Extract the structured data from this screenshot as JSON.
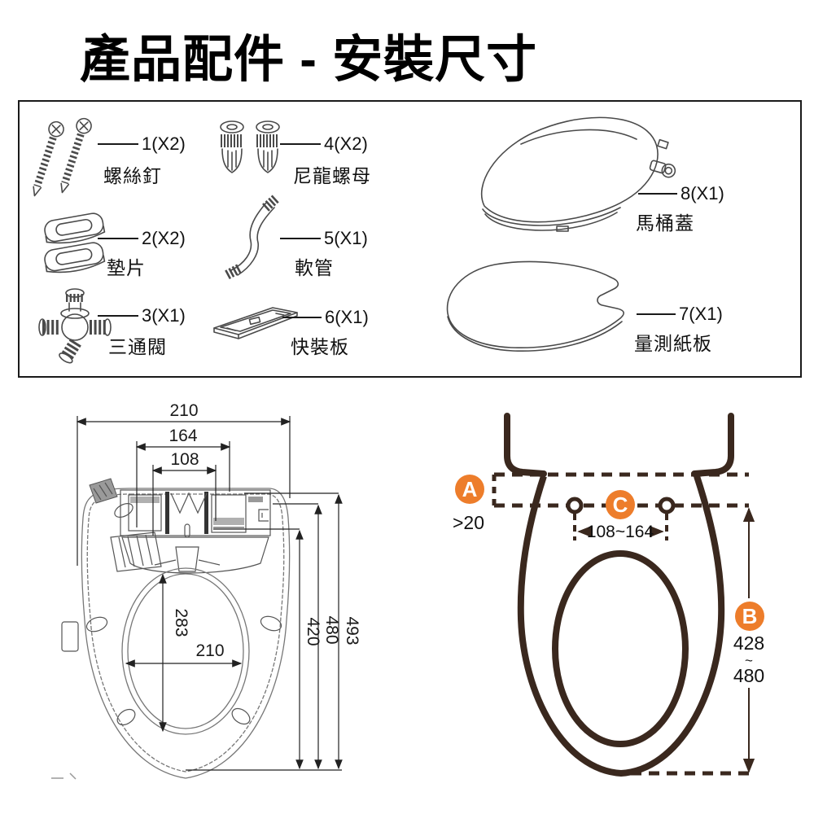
{
  "title": "產品配件 - 安裝尺寸",
  "parts": [
    {
      "qty": "1(X2)",
      "name": "螺絲釘"
    },
    {
      "qty": "2(X2)",
      "name": "墊片"
    },
    {
      "qty": "3(X1)",
      "name": "三通閥"
    },
    {
      "qty": "4(X2)",
      "name": "尼龍螺母"
    },
    {
      "qty": "5(X1)",
      "name": "軟管"
    },
    {
      "qty": "6(X1)",
      "name": "快裝板"
    },
    {
      "qty": "7(X1)",
      "name": "量測紙板"
    },
    {
      "qty": "8(X1)",
      "name": "馬桶蓋"
    }
  ],
  "left_diagram": {
    "top_width": "210",
    "bolt_span_max": "164",
    "bolt_span_min": "108",
    "opening_length": "283",
    "opening_width": "210",
    "length_inner": "420",
    "length_mid": "480",
    "length_outer": "493"
  },
  "right_diagram": {
    "label_a": "A",
    "value_a": ">20",
    "label_b": "B",
    "value_b_min": "428",
    "value_b_sep": "~",
    "value_b_max": "480",
    "label_c": "C",
    "value_c": "108~164",
    "accent_color": "#ED7D2B"
  }
}
